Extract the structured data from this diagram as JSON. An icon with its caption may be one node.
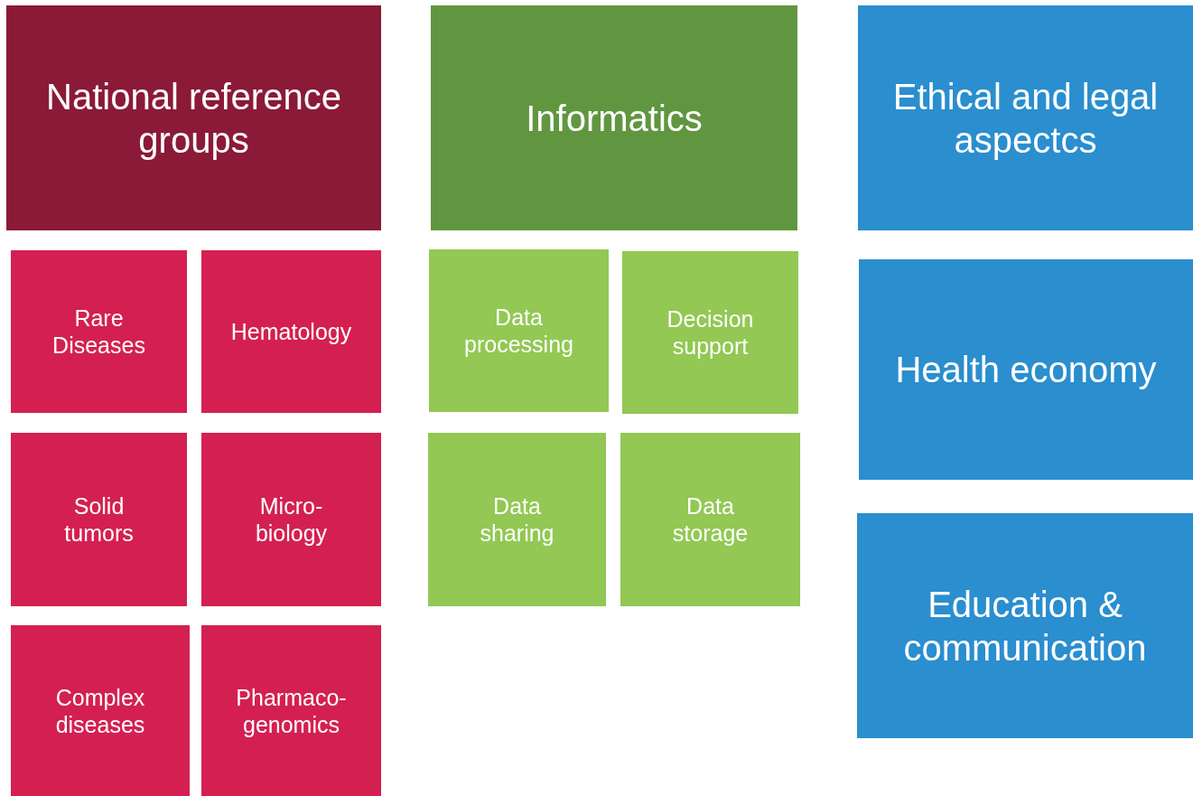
{
  "diagram": {
    "nodes": [
      {
        "text": [
          "National reference groups"
        ]
      },
      {
        "text": [
          "Informatics"
        ]
      },
      {
        "text": [
          "Ethical and legal aspectcs"
        ]
      },
      {
        "text": [
          "Rare Diseases"
        ]
      },
      {
        "text": [
          "Hematology"
        ]
      },
      {
        "text": [
          "Data processing"
        ]
      },
      {
        "text": [
          "Decision support"
        ]
      },
      {
        "text": [
          "Health economy"
        ]
      },
      {
        "text": [
          "Solid tumors"
        ]
      },
      {
        "text": [
          "Micro- biology"
        ]
      },
      {
        "text": [
          "Data sharing"
        ]
      },
      {
        "text": [
          "Data storage"
        ]
      },
      {
        "text": [
          "Education & communication"
        ]
      },
      {
        "text": [
          "Complex diseases"
        ]
      },
      {
        "text": [
          "Pharmaco- genomics"
        ]
      }
    ]
  }
}
